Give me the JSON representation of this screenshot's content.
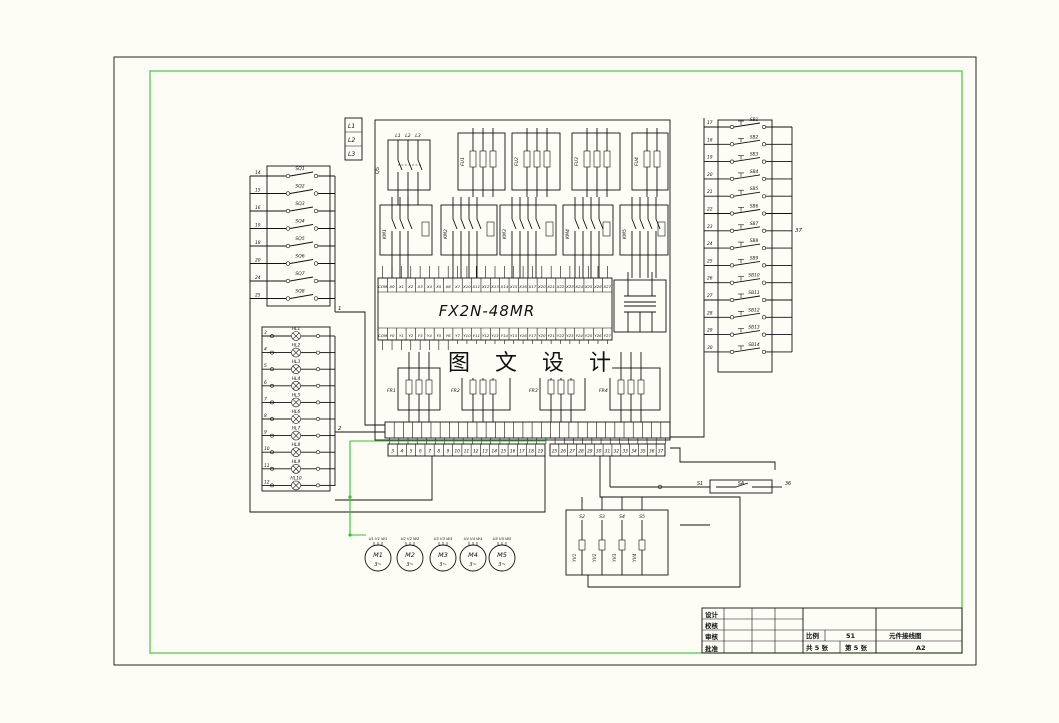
{
  "drawing": {
    "phase_box": [
      "L1",
      "L2",
      "L3"
    ],
    "qs": {
      "label": "QS",
      "terminals": [
        "L1",
        "L2",
        "L3"
      ]
    },
    "fuses": [
      "FU1",
      "FU2",
      "FU3",
      "FU4"
    ],
    "contactors": [
      "KM1",
      "KM2",
      "KM3",
      "KM4",
      "KM5"
    ],
    "plc": {
      "model": "FX2N-48MR",
      "inputs": [
        "COM",
        "X0",
        "X1",
        "X2",
        "X3",
        "X4",
        "X5",
        "X6",
        "X7",
        "X10",
        "X11",
        "X12",
        "X13",
        "X14",
        "X15",
        "X16",
        "X17",
        "X20",
        "X21",
        "X22",
        "X23",
        "X24",
        "X25",
        "X26",
        "X27"
      ],
      "outputs": [
        "COM",
        "Y0",
        "Y1",
        "Y2",
        "Y3",
        "Y4",
        "Y5",
        "Y6",
        "Y7",
        "Y10",
        "Y11",
        "Y12",
        "Y13",
        "Y14",
        "Y15",
        "Y16",
        "Y17",
        "Y20",
        "Y21",
        "Y22",
        "Y23",
        "Y24",
        "Y25",
        "Y26",
        "Y27"
      ]
    },
    "thermal_relays": [
      "FR1",
      "FR2",
      "FR3",
      "FR4"
    ],
    "watermark": "图 文 设 计",
    "limit_switches": {
      "labels": [
        "SQ1",
        "SQ2",
        "SQ3",
        "SQ4",
        "SQ5",
        "SQ6",
        "SQ7",
        "SQ8"
      ],
      "wires": [
        "14",
        "15",
        "16",
        "19",
        "18",
        "20",
        "24",
        "25"
      ]
    },
    "lamps": {
      "labels": [
        "HL1",
        "HL2",
        "HL3",
        "HL4",
        "HL5",
        "HL6",
        "HL7",
        "HL8",
        "HL9",
        "HL10"
      ],
      "wires": [
        "3",
        "4",
        "5",
        "6",
        "7",
        "8",
        "9",
        "10",
        "11",
        "12"
      ]
    },
    "buttons": {
      "labels": [
        "SB1",
        "SB2",
        "SB3",
        "SB4",
        "SB5",
        "SB6",
        "SB7",
        "SB8",
        "SB9",
        "SB10",
        "SB11",
        "SB12",
        "SB13",
        "SB14"
      ],
      "wires": [
        "17",
        "18",
        "19",
        "20",
        "21",
        "22",
        "23",
        "24",
        "25",
        "26",
        "27",
        "28",
        "29",
        "30"
      ]
    },
    "terminal_block": {
      "groups": [
        [
          "3",
          "4",
          "5",
          "6",
          "7",
          "8",
          "9",
          "10",
          "11",
          "12",
          "13",
          "14",
          "15",
          "16",
          "17",
          "18",
          "19"
        ],
        [
          "25",
          "26",
          "27",
          "28",
          "29",
          "30",
          "31",
          "32",
          "33",
          "34",
          "35",
          "36",
          "37"
        ]
      ]
    },
    "motors": {
      "labels": [
        "M1",
        "M2",
        "M3",
        "M4",
        "M5"
      ],
      "phase": "3~",
      "terminals": [
        "U1 V1 W1",
        "U2 V2 W2",
        "U3 V3 W3",
        "U4 V4 W4",
        "U5 V5 W5"
      ]
    },
    "valves": {
      "switches": [
        "S2",
        "S3",
        "S4",
        "S5"
      ],
      "labels": [
        "YV1",
        "YV2",
        "YV3",
        "YV4"
      ]
    },
    "selector": {
      "label": "SA",
      "left_tag": "S1",
      "right_tag": "36"
    },
    "wire_tags": {
      "sq_common": "1",
      "lamp_common": "2",
      "button_common": "37"
    }
  },
  "title_block": {
    "rows": [
      "设计",
      "校核",
      "审核",
      "批准"
    ],
    "scale_label": "比例",
    "scale": "51",
    "drawing_name": "元件接线图",
    "sheets_total": "共 5 张",
    "sheet_no": "第 5 张",
    "size": "A2"
  },
  "colors": {
    "frame": "#2fc52f",
    "ink": "#111111",
    "paper": "#fdfdf6"
  }
}
